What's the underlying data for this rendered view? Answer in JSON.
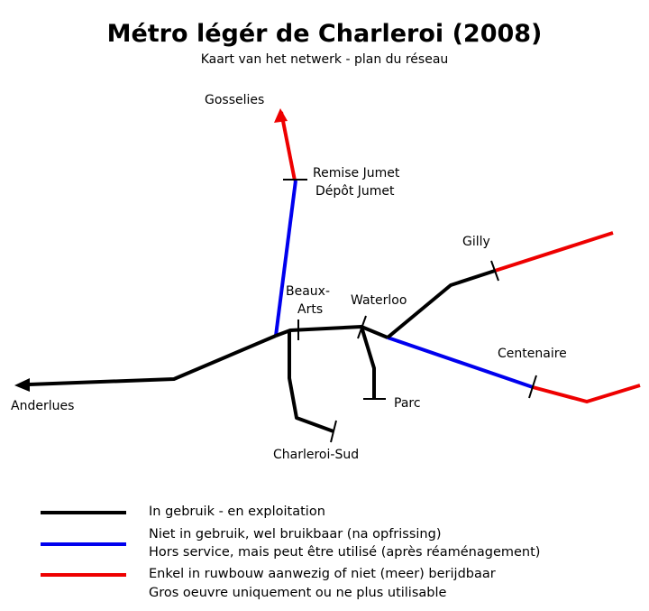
{
  "title": "Métro légér de Charleroi (2008)",
  "subtitle": "Kaart van het netwerk - plan du réseau",
  "colors": {
    "in_use": "#000000",
    "not_in_use": "#0000ee",
    "shell": "#ee0000"
  },
  "stations": {
    "gosselies": "Gosselies",
    "remise_line1": "Remise Jumet",
    "remise_line2": "Dépôt Jumet",
    "gilly": "Gilly",
    "beaux_line1": "Beaux-",
    "beaux_line2": "Arts",
    "waterloo": "Waterloo",
    "centenaire": "Centenaire",
    "anderlues": "Anderlues",
    "parc": "Parc",
    "charleroi_sud": "Charleroi-Sud"
  },
  "legend": {
    "in_use": "In gebruik - en exploitation",
    "not_in_use_nl": "Niet in gebruik, wel bruikbaar (na opfrissing)",
    "not_in_use_fr": "Hors service, mais peut être utilisé (après réaménagement)",
    "shell_nl": "Enkel in ruwbouw aanwezig of niet (meer) berijdbaar",
    "shell_fr": "Gros oeuvre uniquement ou ne plus utilisable"
  }
}
